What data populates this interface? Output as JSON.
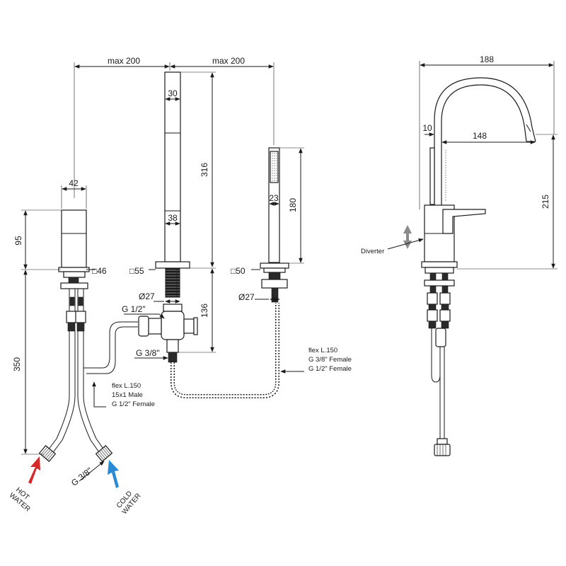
{
  "colors": {
    "hot": "#d62828",
    "cold": "#2b8ad6",
    "line": "#1a1a1a",
    "diverter_arrow": "#8a8a8a"
  },
  "dimensions": {
    "max_left": "max 200",
    "max_right": "max 200",
    "d30": "30",
    "d316": "316",
    "d42": "42",
    "d95": "95",
    "d38": "38",
    "d23": "23",
    "d180": "180",
    "sq46": "□46",
    "sq55": "□55",
    "sq50": "□50",
    "dia27_left": "Ø27",
    "dia27_right": "Ø27",
    "g12": "G 1/2\"",
    "d136": "136",
    "g38_top": "G 3/8\"",
    "d350": "350",
    "g38_bottom": "G 3/8\"",
    "d188": "188",
    "d10": "10",
    "d148": "148",
    "d215": "215"
  },
  "notes": {
    "flex_left": [
      "flex L.150",
      "15x1 Male",
      "G 1/2\" Female"
    ],
    "flex_right": [
      "flex L.150",
      "G 3/8\" Female",
      "G 1/2\" Female"
    ],
    "diverter": "Diverter",
    "hot": [
      "HOT",
      "WATER"
    ],
    "cold": [
      "COLD",
      "WATER"
    ]
  }
}
